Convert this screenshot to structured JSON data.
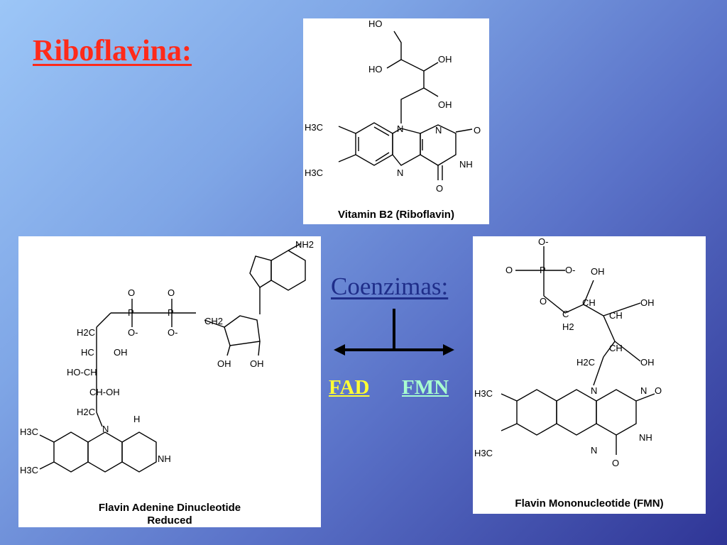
{
  "title": "Riboflavina:",
  "riboflavin": {
    "caption": "Vitamin B2 (Riboflavin)",
    "labels": {
      "ho_top": "HO",
      "ho_left": "HO",
      "oh_a": "OH",
      "oh_b": "OH",
      "ch3_a": "H3C",
      "ch3_b": "H3C",
      "n10": "N",
      "n1": "N",
      "o2": "O",
      "nh": "NH",
      "n5": "N",
      "o4": "O"
    }
  },
  "fad": {
    "caption_line1": "Flavin Adenine Dinucleotide",
    "caption_line2": "Reduced",
    "labels": {
      "nh2": "NH2",
      "o": "O",
      "p": "P",
      "o_minus": "O-",
      "ch2": "CH2",
      "h2c": "H2C",
      "hc": "HC",
      "oh": "OH",
      "ho_ch": "HO-CH",
      "ch_oh": "CH-OH",
      "n": "N",
      "h": "H",
      "nh": "NH",
      "h3c": "H3C"
    }
  },
  "fmn": {
    "caption": "Flavin Mononucleotide (FMN)",
    "labels": {
      "o_minus": "O-",
      "o": "O",
      "p": "P",
      "oh": "OH",
      "ch": "CH",
      "c": "C",
      "h2": "H2",
      "h2c": "H2C",
      "n": "N",
      "nh": "NH",
      "h3c": "H3C"
    }
  },
  "coenzimas": "Coenzimas:",
  "fad_label": "FAD",
  "fmn_label": "FMN"
}
